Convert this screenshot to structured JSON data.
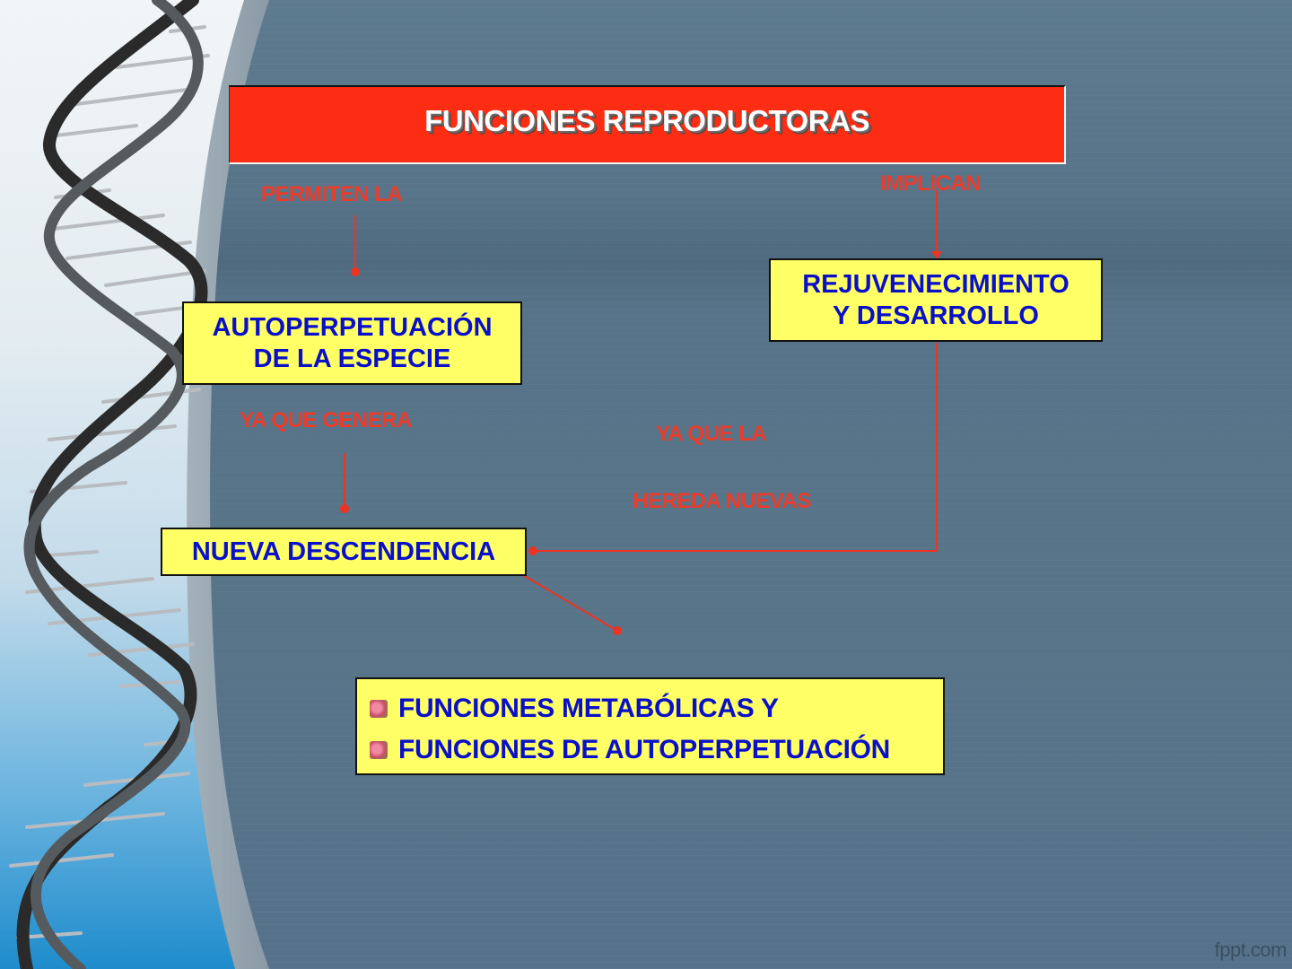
{
  "slide": {
    "title": "FUNCIONES REPRODUCTORAS",
    "connectors": {
      "permiten": "PERMITEN LA",
      "implican": "IMPLICAN",
      "ya_que_genera": "YA QUE GENERA",
      "ya_que_la": "YA QUE LA",
      "hereda_nuevas": "HEREDA NUEVAS"
    },
    "nodes": {
      "autoperpetuacion": {
        "line1": "AUTOPERPETUACIÓN",
        "line2": "DE LA ESPECIE"
      },
      "rejuvenecimiento": {
        "line1": "REJUVENECIMIENTO",
        "line2": "Y DESARROLLO"
      },
      "nueva_descendencia": {
        "line1": "NUEVA DESCENDENCIA"
      }
    },
    "bullets": [
      {
        "icon": "flower-bullet-icon",
        "text": "FUNCIONES METABÓLICAS Y"
      },
      {
        "icon": "flower-bullet-icon",
        "text": "FUNCIONES DE AUTOPERPETUACIÓN"
      }
    ],
    "watermark": "fppt.com",
    "colors": {
      "title_bg": "#fd2d13",
      "node_bg": "#ffff66",
      "node_text": "#0a10c8",
      "connector_text": "#ec3b2a",
      "arrow": "#ee3322",
      "background": "#57728a"
    }
  }
}
